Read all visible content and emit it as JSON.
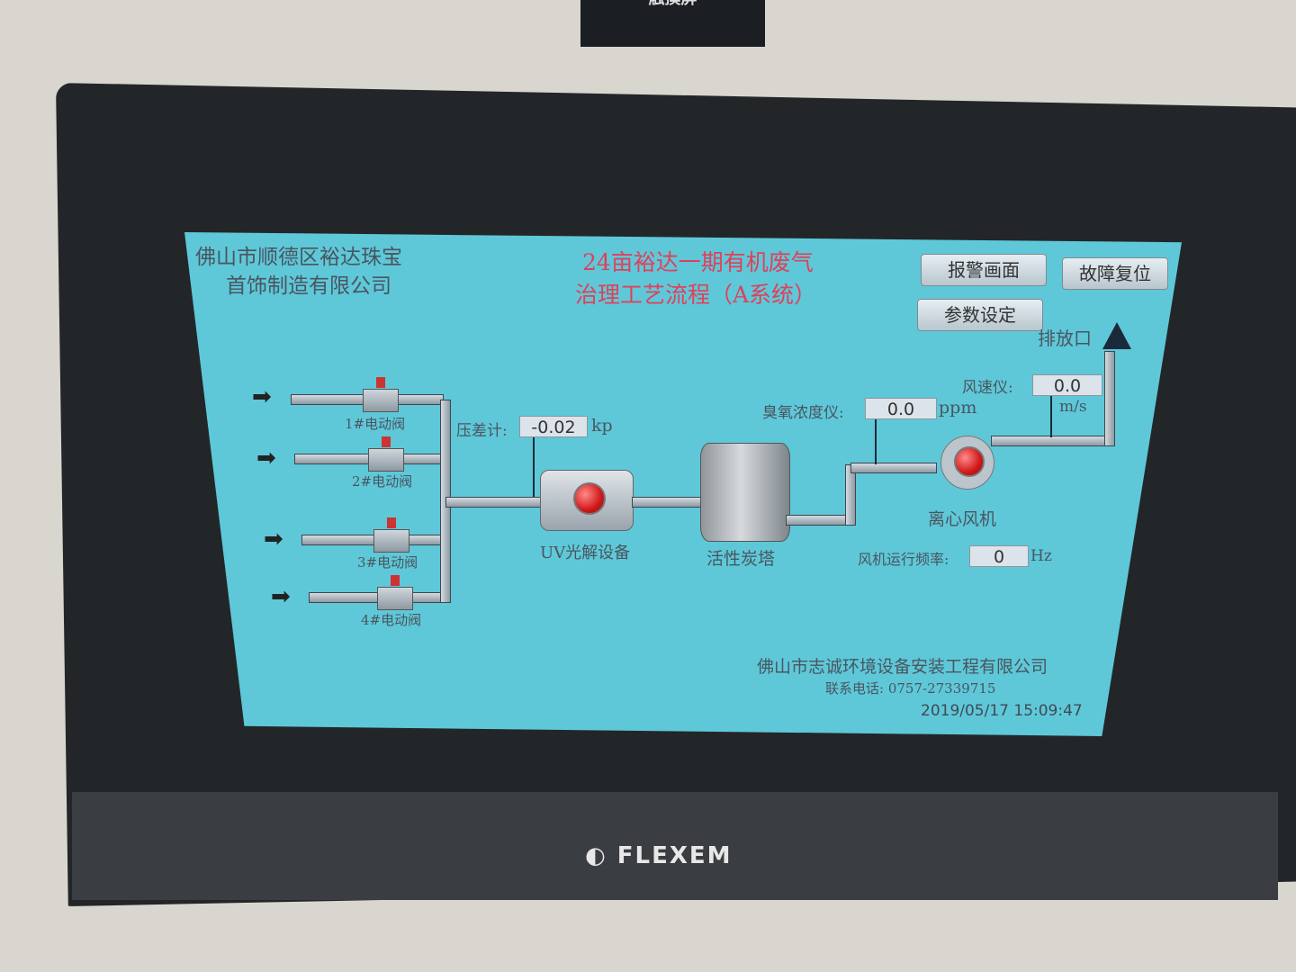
{
  "panel_label": "触摸屏",
  "company": {
    "line1": "佛山市顺德区裕达珠宝",
    "line2": "首饰制造有限公司"
  },
  "title": {
    "line1": "24亩裕达一期有机废气",
    "line2": "治理工艺流程（A系统）"
  },
  "buttons": {
    "alarm": "报警画面",
    "reset": "故障复位",
    "params": "参数设定"
  },
  "outlet": "排放口",
  "valves": [
    "1#电动阀",
    "2#电动阀",
    "3#电动阀",
    "4#电动阀"
  ],
  "pressure": {
    "label": "压差计:",
    "value": "-0.02",
    "unit": "kp"
  },
  "uv": "UV光解设备",
  "carbon": "活性炭塔",
  "ozone": {
    "label": "臭氧浓度仪:",
    "value": "0.0",
    "unit": "ppm"
  },
  "wind": {
    "label": "风速仪:",
    "value": "0.0",
    "unit": "m/s"
  },
  "fan": "离心风机",
  "freq": {
    "label": "风机运行频率:",
    "value": "0",
    "unit": "Hz"
  },
  "vendor": {
    "name": "佛山市志诚环境设备安装工程有限公司",
    "phone": "联系电话: 0757-27339715"
  },
  "datetime": "2019/05/17 15:09:47",
  "brand": "FLEXEM"
}
